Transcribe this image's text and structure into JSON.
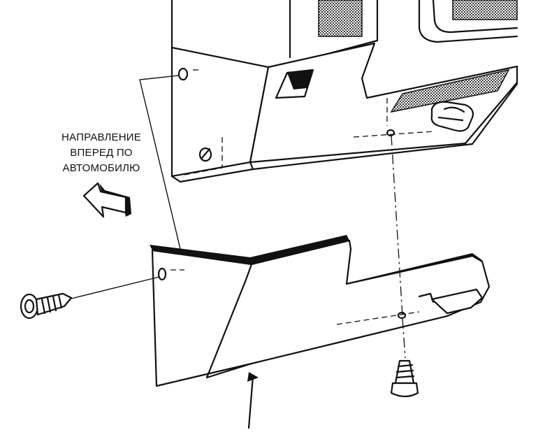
{
  "direction_note": {
    "lines": [
      "НАПРАВЛЕНИЕ",
      "ВПЕРЕД ПО",
      "АВТОМОБИЛЮ"
    ]
  },
  "icons": {
    "direction_arrow": "hollow-arrow-pointing-left",
    "screw_left": "screw-horizontal",
    "screw_bottom": "screw-vertical",
    "pointer_arrow": "arrow-up"
  },
  "colors": {
    "ink": "#111111",
    "paper": "#ffffff",
    "screen_fill": "#555555"
  }
}
